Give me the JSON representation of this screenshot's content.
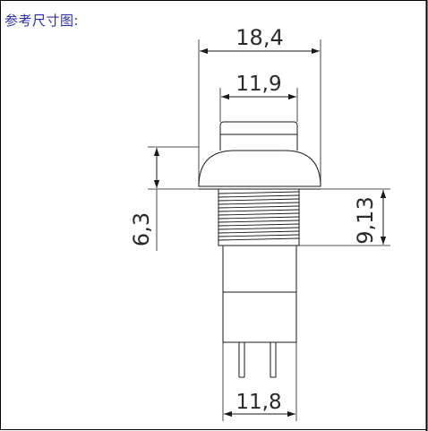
{
  "heading": "参考尺寸图:",
  "dimensions": {
    "overall_width": "18,4",
    "cap_width": "11,9",
    "bushing_height": "9,13",
    "cap_height": "6,3",
    "body_width": "11,8"
  },
  "colors": {
    "heading": "#2b2fa6",
    "line": "#1a1a1a",
    "frame": "#000000",
    "text": "#2a2a2a"
  }
}
